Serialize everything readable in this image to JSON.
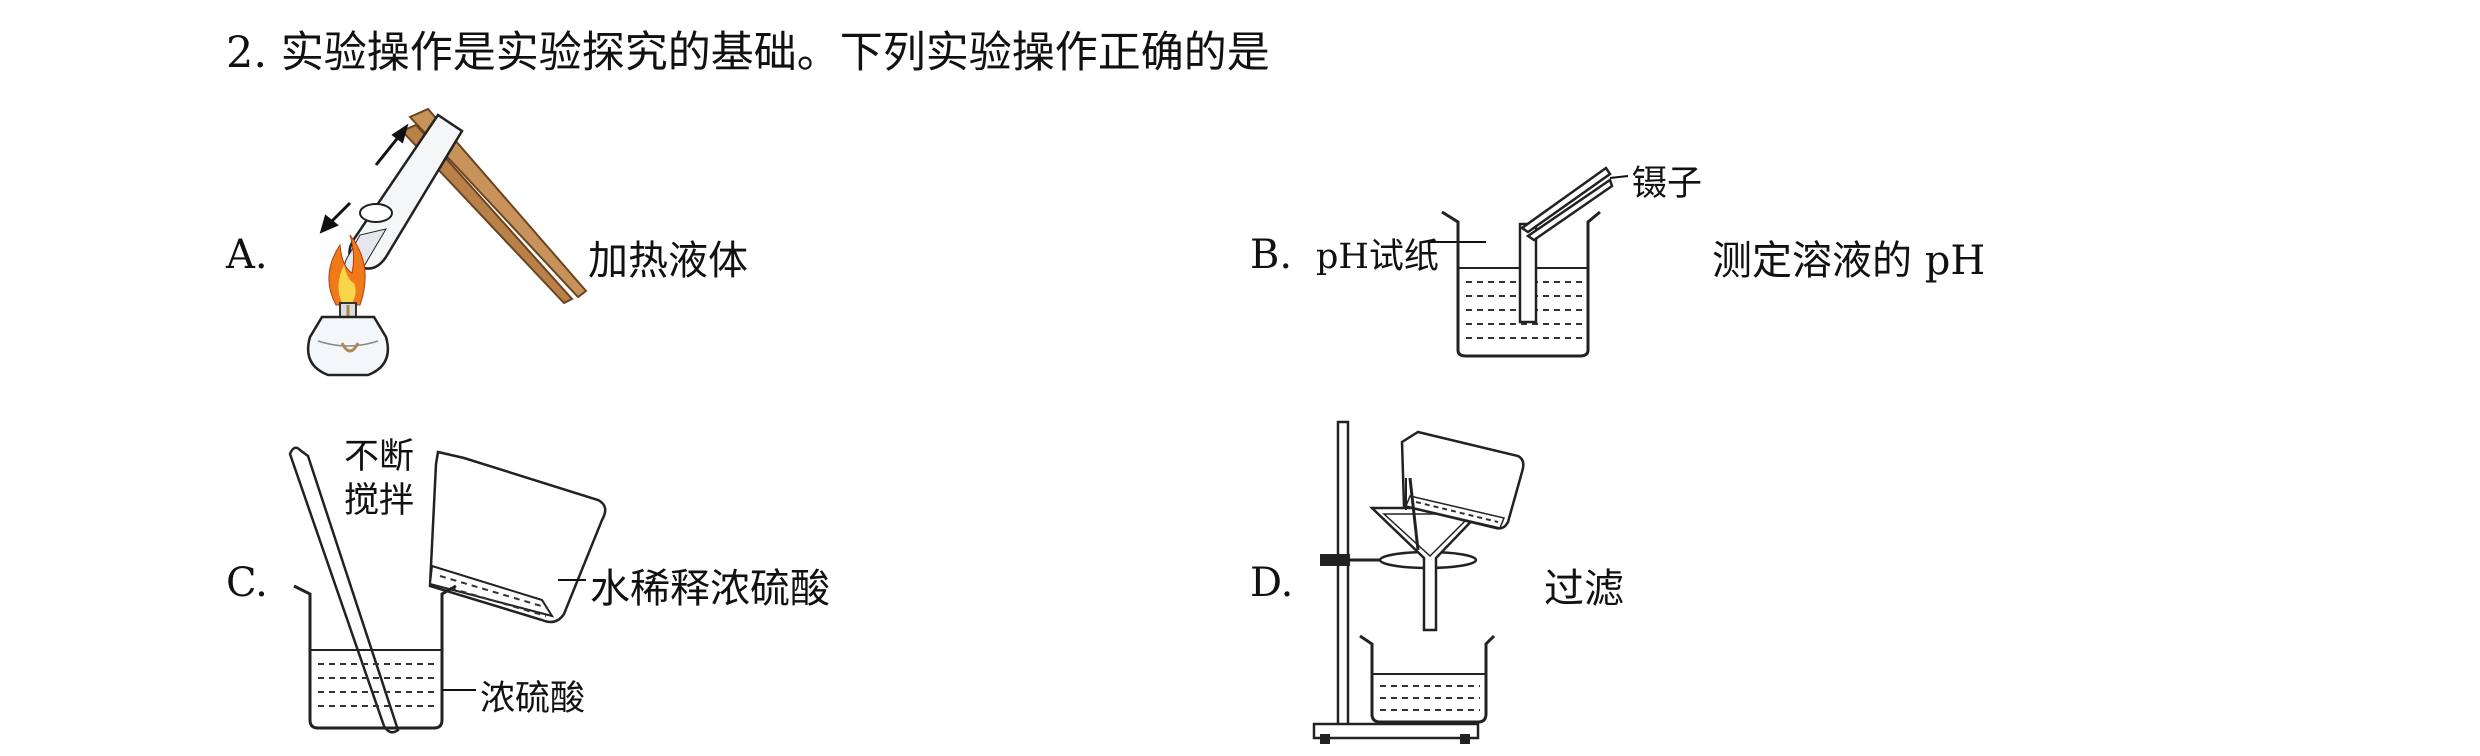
{
  "question": {
    "number": "2.",
    "stem": "实验操作是实验探究的基础。下列实验操作正确的是"
  },
  "options": {
    "A": {
      "letter": "A.",
      "caption": "加热液体"
    },
    "B": {
      "letter": "B.",
      "caption": "测定溶液的 pH",
      "labels": {
        "tweezers": "镊子",
        "ph_paper": "pH试纸"
      }
    },
    "C": {
      "letter": "C.",
      "caption": "水稀释浓硫酸",
      "labels": {
        "stir_line1": "不断",
        "stir_line2": "搅拌",
        "acid": "浓硫酸"
      }
    },
    "D": {
      "letter": "D.",
      "caption": "过滤"
    }
  }
}
